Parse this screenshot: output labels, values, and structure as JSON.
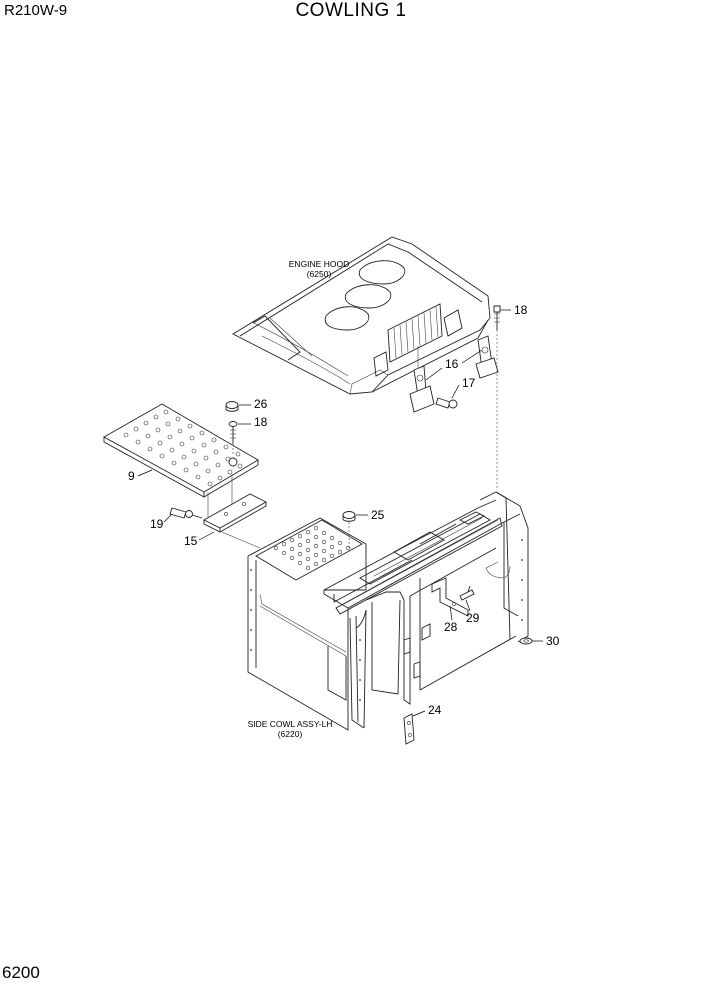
{
  "header": {
    "model": "R210W-9",
    "title": "COWLING 1"
  },
  "footer": {
    "page_number": "6200"
  },
  "references": {
    "engine_hood": {
      "name": "ENGINE HOOD",
      "code": "(6250)"
    },
    "side_cowl": {
      "name": "SIDE COWL ASSY-LH",
      "code": "(6220)"
    }
  },
  "callouts": {
    "c9": "9",
    "c15": "15",
    "c16": "16",
    "c17": "17",
    "c18a": "18",
    "c18b": "18",
    "c19": "19",
    "c24": "24",
    "c25": "25",
    "c26": "26",
    "c28": "28",
    "c29": "29",
    "c30": "30"
  }
}
